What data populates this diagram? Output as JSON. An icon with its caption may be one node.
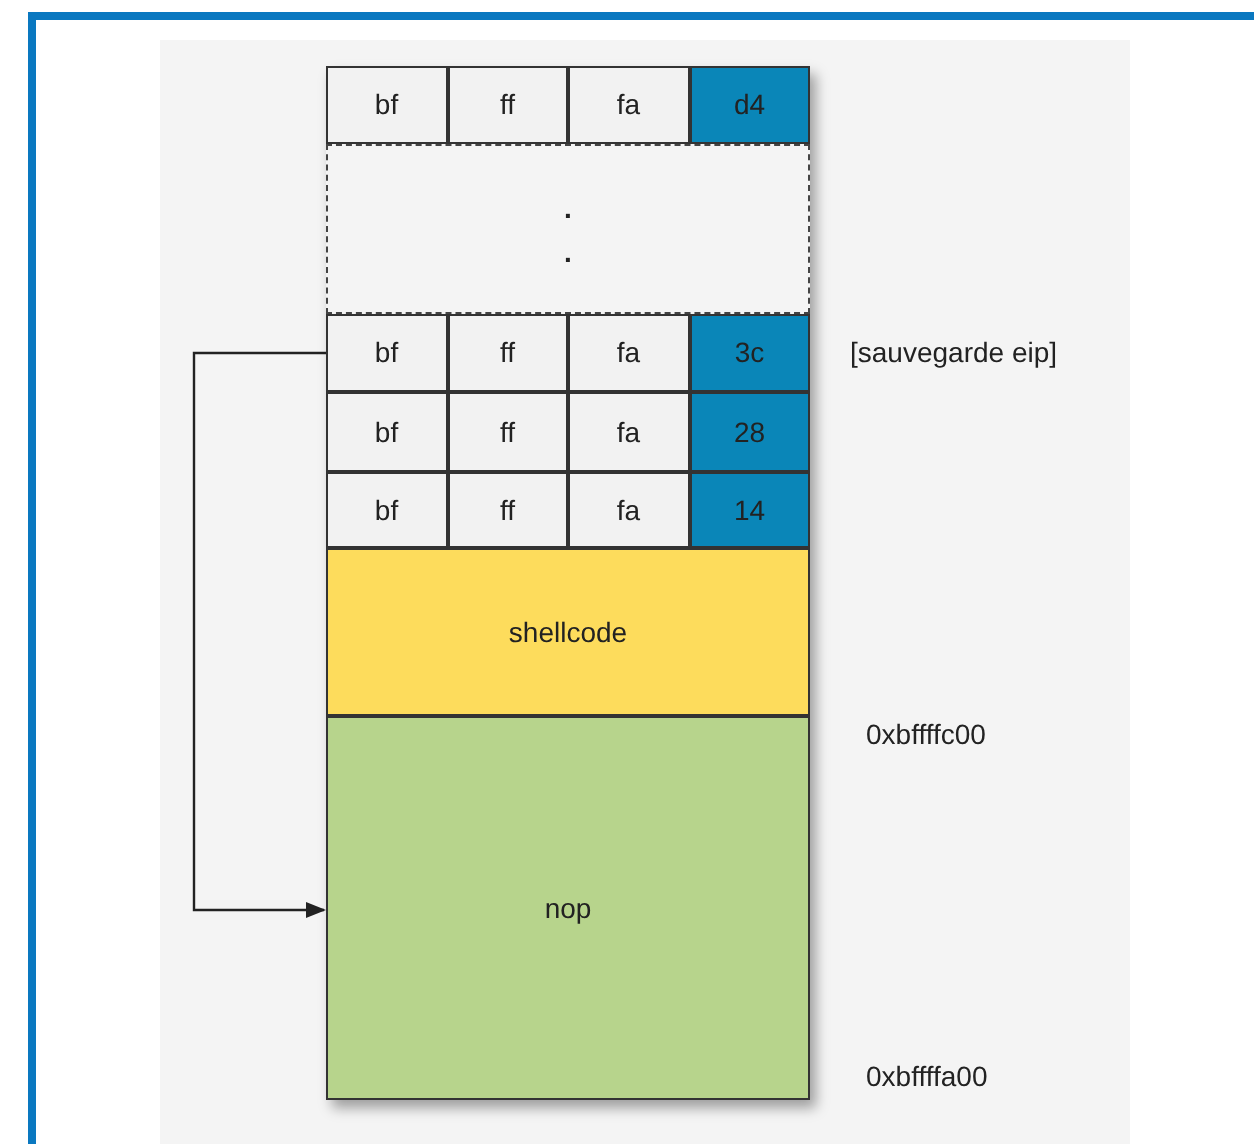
{
  "diagram": {
    "nodes": [
      {
        "text": [
          "bf"
        ]
      },
      {
        "text": [
          "ff"
        ]
      },
      {
        "text": [
          "fa"
        ]
      },
      {
        "text": [
          "d4"
        ]
      },
      {
        "text": [
          ". ."
        ]
      },
      {
        "text": [
          "bf"
        ]
      },
      {
        "text": [
          "ff"
        ]
      },
      {
        "text": [
          "fa"
        ]
      },
      {
        "text": [
          "3c"
        ]
      },
      {
        "text": [
          "bf"
        ]
      },
      {
        "text": [
          "ff"
        ]
      },
      {
        "text": [
          "fa"
        ]
      },
      {
        "text": [
          "28"
        ]
      },
      {
        "text": [
          "bf"
        ]
      },
      {
        "text": [
          "ff"
        ]
      },
      {
        "text": [
          "fa"
        ]
      },
      {
        "text": [
          "14"
        ]
      },
      {
        "text": [
          "shellcode"
        ]
      },
      {
        "text": [
          "nop"
        ]
      }
    ],
    "edges": [
      {
        "from": 5,
        "to": 18,
        "arrow": "to"
      }
    ],
    "labels": [
      "[sauvegarde eip]",
      "0xbffffc00",
      "0xbffffa00"
    ]
  }
}
